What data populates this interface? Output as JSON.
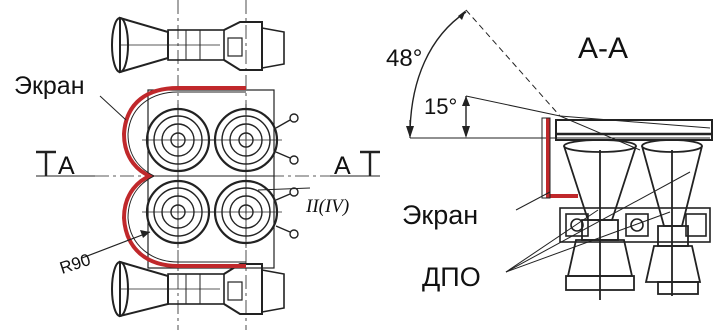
{
  "labels": {
    "left_screen": "Экран",
    "section_left": "A",
    "section_right": "A",
    "radius": "R90",
    "position": "II(IV)",
    "section_title": "A-A",
    "angle_large": "48°",
    "angle_small": "15°",
    "right_screen": "Экран",
    "thrusters": "ДПО"
  },
  "colors": {
    "line": "#222222",
    "screen": "#c0282b",
    "background": "#ffffff"
  }
}
